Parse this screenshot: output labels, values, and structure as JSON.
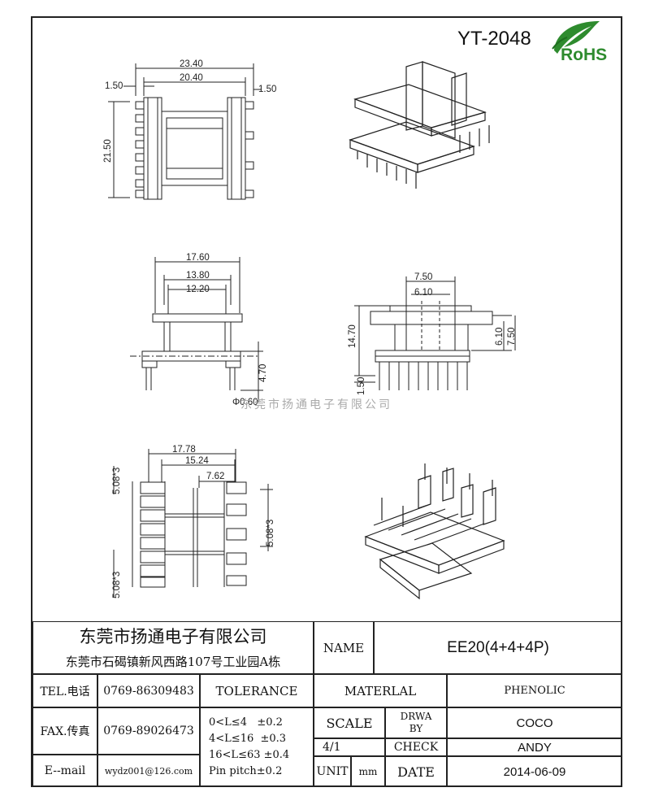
{
  "header": {
    "part_number": "YT-2048",
    "rohs_logo_text": "RoHS"
  },
  "dimensions": {
    "top_view": {
      "overall_width": "23.40",
      "inner_width": "20.40",
      "left_step": "1.50",
      "right_step": "1.50",
      "height": "21.50"
    },
    "front_view": {
      "w1": "17.60",
      "w2": "13.80",
      "w3": "12.20",
      "pin_length": "4.70",
      "pin_dia": "Φ0.60"
    },
    "side_view": {
      "w1": "7.50",
      "w2": "6.10",
      "total_height": "14.70",
      "h1": "6.10",
      "h2": "7.50",
      "base": "1.50"
    },
    "bottom_view": {
      "w1": "17.78",
      "w2": "15.24",
      "w3": "7.62",
      "pitch_top": "5.08*3",
      "pitch_right": "5.08*3",
      "pitch_bottom": "5.08*3"
    }
  },
  "watermark": "东莞市扬通电子有限公司",
  "title_block": {
    "company": "东莞市扬通电子有限公司",
    "address": "东莞市石碣镇新风西路107号工业园A栋",
    "name_label": "NAME",
    "name_value": "EE20(4+4+4P)",
    "tel_label": "TEL.电话",
    "tel_value": "0769-86309483",
    "fax_label": "FAX.传真",
    "fax_value": "0769-89026473",
    "email_label": "E--mail",
    "email_value": "wydz001@126.com",
    "tolerance_label": "TOLERANCE",
    "tolerance_1": "0<L≤4   ±0.2",
    "tolerance_2": "4<L≤16  ±0.3",
    "tolerance_3": "16<L≤63 ±0.4",
    "tolerance_4": "Pin pitch±0.2",
    "material_label": "MATERLAL",
    "material_value": "PHENOLIC",
    "scale_label": "SCALE",
    "scale_value": "4/1",
    "drawn_label_1": "DRWA",
    "drawn_label_2": "BY",
    "drawn_value": "COCO",
    "check_label": "CHECK",
    "check_value": "ANDY",
    "unit_label": "UNIT",
    "unit_value": "mm",
    "date_label": "DATE",
    "date_value": "2014-06-09"
  }
}
